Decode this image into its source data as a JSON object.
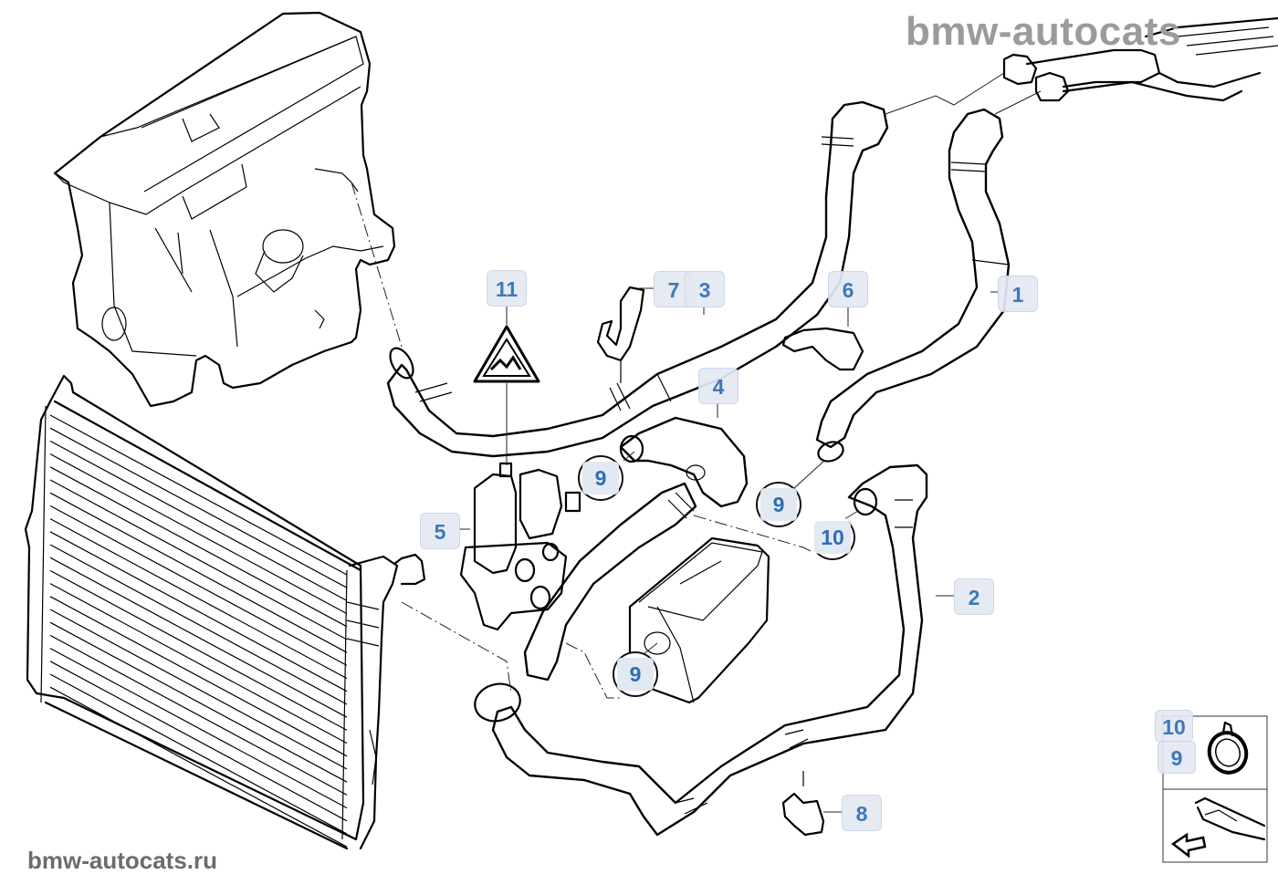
{
  "diagram": {
    "type": "parts-catalog-exploded-view",
    "subject": "Engine cooling - heater hoses, water valve, radiator",
    "watermarks": {
      "top": "bmw-autocats",
      "bottom": "bmw-autocats.ru"
    },
    "callouts": [
      {
        "id": "c1",
        "number": "1",
        "part": "hose-to-heater-return"
      },
      {
        "id": "c2",
        "number": "2",
        "part": "hose-lower-return"
      },
      {
        "id": "c3",
        "number": "3",
        "part": "hose-engine-to-heater"
      },
      {
        "id": "c4",
        "number": "4",
        "part": "hose-valve-connector"
      },
      {
        "id": "c5",
        "number": "5",
        "part": "water-valve"
      },
      {
        "id": "c6",
        "number": "6",
        "part": "hose-holder"
      },
      {
        "id": "c7",
        "number": "7",
        "part": "hose-clip"
      },
      {
        "id": "c8",
        "number": "8",
        "part": "hose-clip-lower"
      },
      {
        "id": "c9a",
        "number": "9",
        "part": "hose-clamp"
      },
      {
        "id": "c9b",
        "number": "9",
        "part": "hose-clamp"
      },
      {
        "id": "c9c",
        "number": "9",
        "part": "hose-clamp"
      },
      {
        "id": "c10",
        "number": "10",
        "part": "hose-clamp-large"
      },
      {
        "id": "c11",
        "number": "11",
        "part": "warning-label"
      }
    ],
    "inset": {
      "labels": [
        "10",
        "9"
      ],
      "icons": [
        "hose-clamp-icon",
        "vehicle-front-arrow-icon"
      ]
    }
  }
}
